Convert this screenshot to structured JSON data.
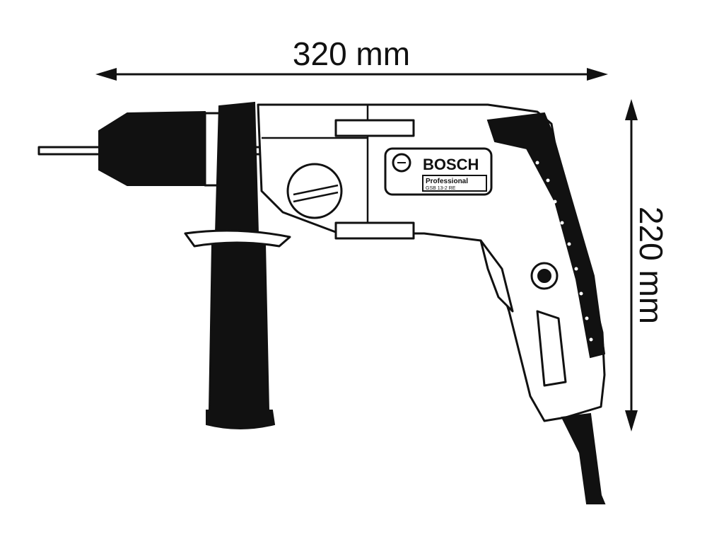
{
  "dimensions": {
    "width_label": "320 mm",
    "height_label": "220 mm"
  },
  "product": {
    "brand_logo": "BOSCH",
    "line": "Professional",
    "model": "GSB 13-2 RE"
  },
  "colors": {
    "line": "#111111",
    "background": "#ffffff"
  }
}
